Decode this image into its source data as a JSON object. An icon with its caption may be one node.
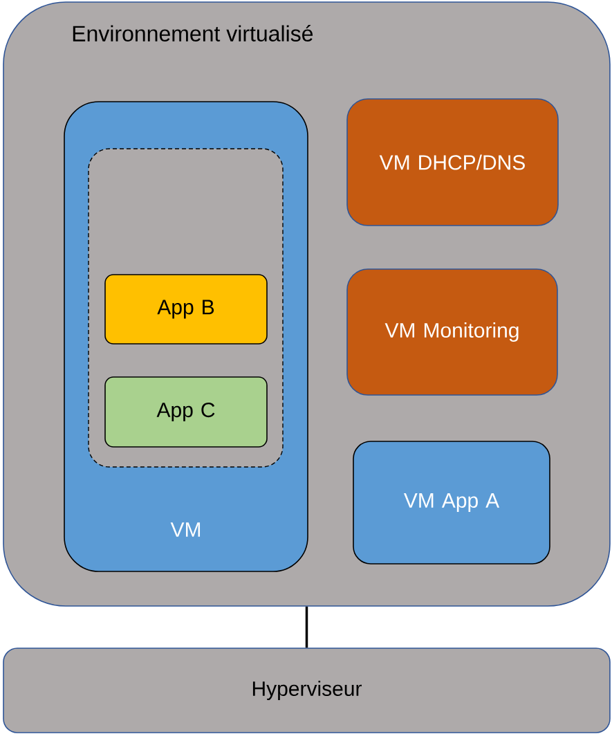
{
  "diagram": {
    "nodes": [
      {
        "text": [
          "Environnement virtualisé"
        ]
      },
      {
        "text": [
          "VM"
        ],
        "in": 0
      },
      {
        "text": [],
        "shape": "box",
        "in": 1
      },
      {
        "text": [
          "App B"
        ],
        "in": 2
      },
      {
        "text": [
          "App C"
        ],
        "in": 2
      },
      {
        "text": [
          "VM DHCP/DNS"
        ],
        "in": 0
      },
      {
        "text": [
          "VM Monitoring"
        ],
        "in": 0
      },
      {
        "text": [
          "VM App A"
        ],
        "in": 0
      },
      {
        "text": [
          "Hyperviseur"
        ]
      }
    ],
    "edges": [
      {
        "from": 0,
        "to": 8,
        "arrow": "none"
      }
    ]
  }
}
